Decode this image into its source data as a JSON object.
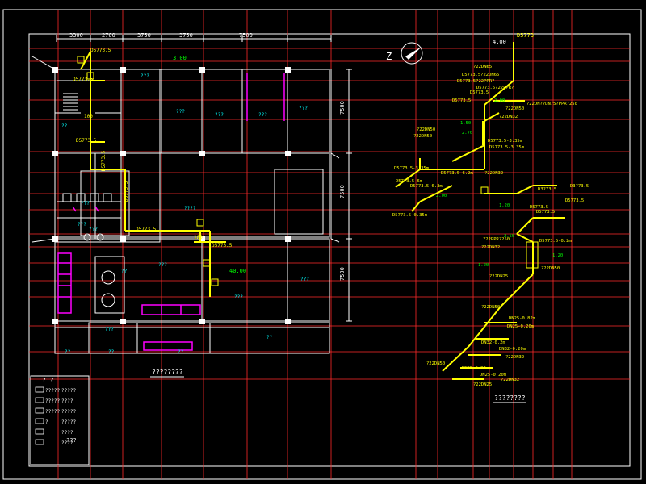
{
  "colors": {
    "background": "#000000",
    "frame": "#ffffff",
    "grid": "#ff2a2a",
    "wall": "#ffffff",
    "pipe": "#ffff00",
    "label_cyan": "#00ffff",
    "label_green": "#00ff00",
    "magenta": "#ff00ff"
  },
  "plan": {
    "dims_top": [
      "3300",
      "2700",
      "3750",
      "3750",
      "7500"
    ],
    "dims_right": [
      "7500",
      "7500",
      "7500"
    ],
    "elev_top": "3.00",
    "pipe_labels": [
      {
        "t": "D5773.5",
        "c": "pipe"
      },
      {
        "t": "D5773.5",
        "c": "pipe"
      },
      {
        "t": "D5773.5",
        "c": "pipe"
      },
      {
        "t": "D5773.5",
        "c": "pipe"
      },
      {
        "t": "D5773.5",
        "c": "pipe"
      },
      {
        "t": "D5773.5",
        "c": "pipe"
      },
      {
        "t": "D5773.5",
        "c": "pipe"
      },
      {
        "t": "100",
        "c": "pipe"
      },
      {
        "t": "100",
        "c": "pipe"
      }
    ],
    "room_labels": [
      "???",
      "???",
      "???",
      "???",
      "???",
      "???",
      "???",
      "???",
      "???",
      "???",
      "????",
      "???",
      "???",
      "??",
      "??",
      "??",
      "??",
      "??",
      "??"
    ],
    "elev_mid": "40.00",
    "caption": "????????"
  },
  "legend": {
    "header": "?  ?",
    "rows": [
      {
        "sym": "?????",
        "text": "?????"
      },
      {
        "sym": "?????",
        "text": "????"
      },
      {
        "sym": "?????",
        "text": "?????"
      },
      {
        "sym": "?",
        "text": "?????"
      },
      {
        "sym": "",
        "text": "????"
      },
      {
        "sym": "",
        "text": "????"
      }
    ],
    "extra": "???"
  },
  "axon": {
    "top_label": "4.00",
    "top_code": "D5773",
    "labels": [
      {
        "t": "?22DN65",
        "c": "pipe"
      },
      {
        "t": "D5773.5?22DN65",
        "c": "pipe"
      },
      {
        "t": "D5773.5?22PPR?",
        "c": "pipe"
      },
      {
        "t": "D5773.5?22PPR?",
        "c": "pipe"
      },
      {
        "t": "D5773.5",
        "c": "pipe"
      },
      {
        "t": "?22DN??DN75?PPR?250",
        "c": "pipe"
      },
      {
        "t": "?22DN50",
        "c": "pipe"
      },
      {
        "t": "?22DN32",
        "c": "pipe"
      },
      {
        "t": "D5773.5",
        "c": "pipe"
      },
      {
        "t": "2.00",
        "c": "green"
      },
      {
        "t": "1.50",
        "c": "green"
      },
      {
        "t": "2.70",
        "c": "green"
      },
      {
        "t": "D5773.5-3.35m",
        "c": "pipe"
      },
      {
        "t": "D5773.5-3.35m",
        "c": "pipe"
      },
      {
        "t": "?22DN50",
        "c": "pipe"
      },
      {
        "t": "?22DN50",
        "c": "pipe"
      },
      {
        "t": "D5773.5-3.35m",
        "c": "pipe"
      },
      {
        "t": "D5773.5-6.2m",
        "c": "pipe"
      },
      {
        "t": "D5773.5-6m",
        "c": "pipe"
      },
      {
        "t": "D5773.5-6.3m",
        "c": "pipe"
      },
      {
        "t": "D5773.5-0.35m",
        "c": "pipe"
      },
      {
        "t": "?22DN32",
        "c": "pipe"
      },
      {
        "t": "D3?73.5",
        "c": "pipe"
      },
      {
        "t": "D3?73.5",
        "c": "pipe"
      },
      {
        "t": "D5773.5",
        "c": "pipe"
      },
      {
        "t": "?22PPR?250",
        "c": "pipe"
      },
      {
        "t": "?22DN32",
        "c": "pipe"
      },
      {
        "t": "D5773.5-0.2m",
        "c": "pipe"
      },
      {
        "t": "?22DN50",
        "c": "pipe"
      },
      {
        "t": "?22DN25",
        "c": "pipe"
      },
      {
        "t": "?22DN50",
        "c": "pipe"
      },
      {
        "t": "DN25-0.82m",
        "c": "pipe"
      },
      {
        "t": "DN25-0.20m",
        "c": "pipe"
      },
      {
        "t": "DN32-0.2m",
        "c": "pipe"
      },
      {
        "t": "DN32-0.20m",
        "c": "pipe"
      },
      {
        "t": "?22DN32",
        "c": "pipe"
      },
      {
        "t": "?22DN50",
        "c": "pipe"
      },
      {
        "t": "DN25-0.92m",
        "c": "pipe"
      },
      {
        "t": "DN25-0.20m",
        "c": "pipe"
      },
      {
        "t": "?22DN25",
        "c": "pipe"
      },
      {
        "t": "?22DN32",
        "c": "pipe"
      },
      {
        "t": "2.50",
        "c": "green"
      },
      {
        "t": "2.00",
        "c": "green"
      },
      {
        "t": "1.20",
        "c": "green"
      },
      {
        "t": "1.20",
        "c": "green"
      },
      {
        "t": "1.20",
        "c": "green"
      },
      {
        "t": "D5773.5",
        "c": "pipe"
      },
      {
        "t": "D5773.5",
        "c": "pipe"
      }
    ],
    "caption": "????????"
  }
}
